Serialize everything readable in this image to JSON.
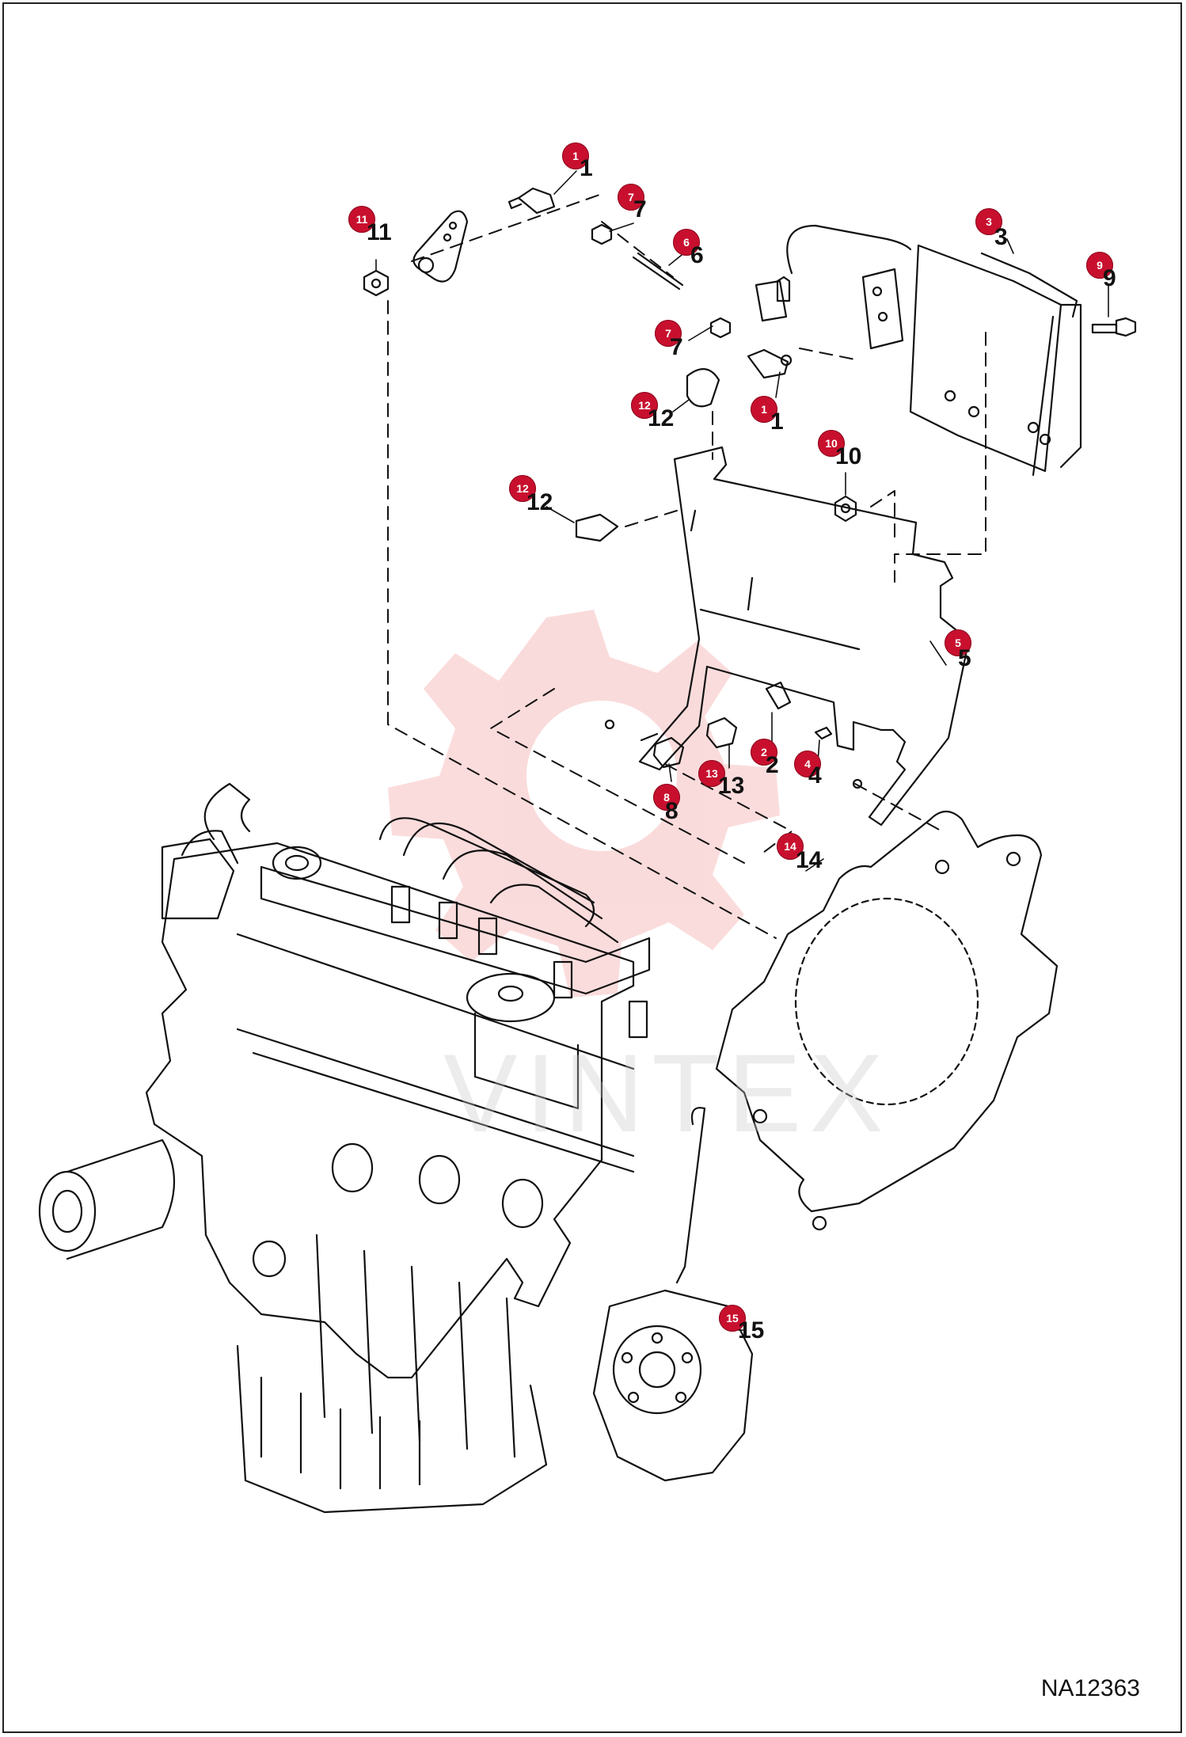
{
  "diagram_id": "NA12363",
  "watermark_text": "VINTEX",
  "colors": {
    "badge": "#c8102e",
    "watermark": "#f5b5b5"
  },
  "callouts": [
    {
      "id": "c1a",
      "badge": "1",
      "label": "1"
    },
    {
      "id": "c1b",
      "badge": "1",
      "label": "1"
    },
    {
      "id": "c2",
      "badge": "2",
      "label": "2"
    },
    {
      "id": "c3",
      "badge": "3",
      "label": "3"
    },
    {
      "id": "c4",
      "badge": "4",
      "label": "4"
    },
    {
      "id": "c5",
      "badge": "5",
      "label": "5"
    },
    {
      "id": "c6",
      "badge": "6",
      "label": "6"
    },
    {
      "id": "c7a",
      "badge": "7",
      "label": "7"
    },
    {
      "id": "c7b",
      "badge": "7",
      "label": "7"
    },
    {
      "id": "c8",
      "badge": "8",
      "label": "8"
    },
    {
      "id": "c9",
      "badge": "9",
      "label": "9"
    },
    {
      "id": "c10",
      "badge": "10",
      "label": "10"
    },
    {
      "id": "c11",
      "badge": "11",
      "label": "11"
    },
    {
      "id": "c12a",
      "badge": "12",
      "label": "12"
    },
    {
      "id": "c12b",
      "badge": "12",
      "label": "12"
    },
    {
      "id": "c13",
      "badge": "13",
      "label": "13"
    },
    {
      "id": "c14",
      "badge": "14",
      "label": "14"
    },
    {
      "id": "c15",
      "badge": "15",
      "label": "15"
    }
  ]
}
